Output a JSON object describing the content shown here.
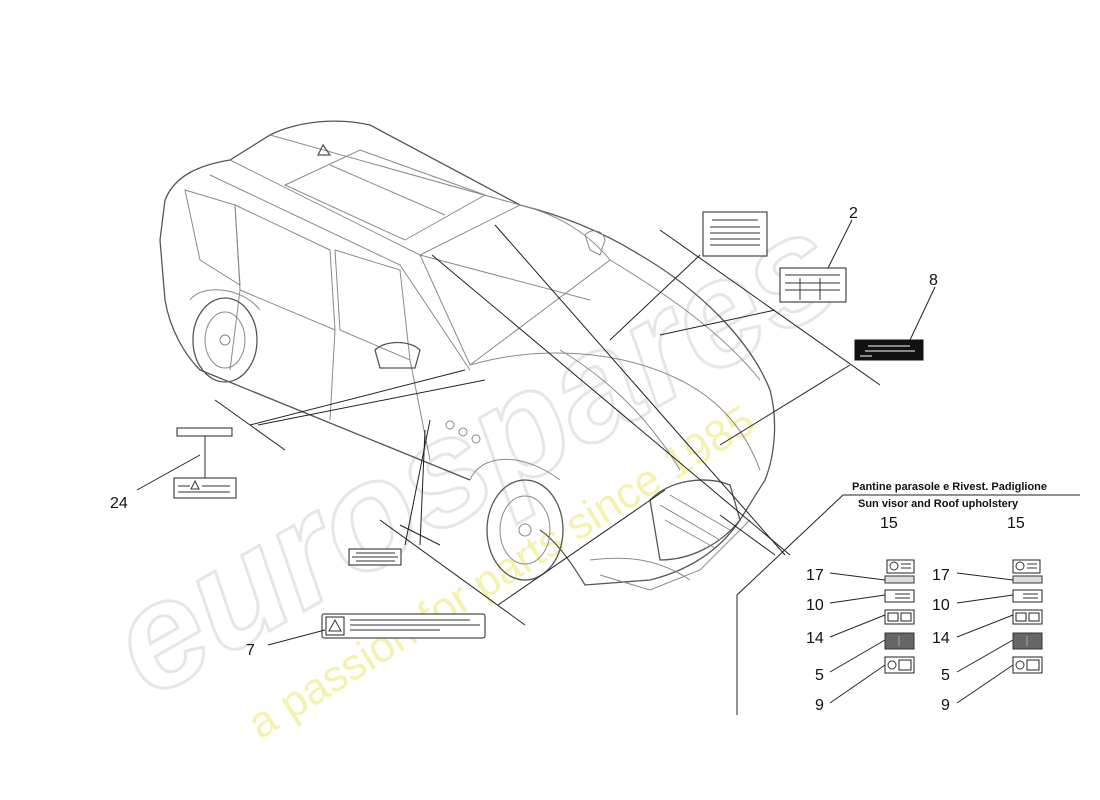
{
  "diagram": {
    "panel_header": {
      "line1": "Pantine parasole e Rivest. Padiglione",
      "line2": "Sun visor and Roof upholstery"
    },
    "callouts": {
      "c2": "2",
      "c8": "8",
      "c24": "24",
      "c7": "7",
      "left_col": [
        "15",
        "17",
        "10",
        "14",
        "5",
        "9"
      ],
      "right_col": [
        "15",
        "17",
        "10",
        "14",
        "5",
        "9"
      ]
    },
    "watermark": {
      "brand": "eurospares",
      "tagline": "a passion for parts since 1985"
    }
  }
}
